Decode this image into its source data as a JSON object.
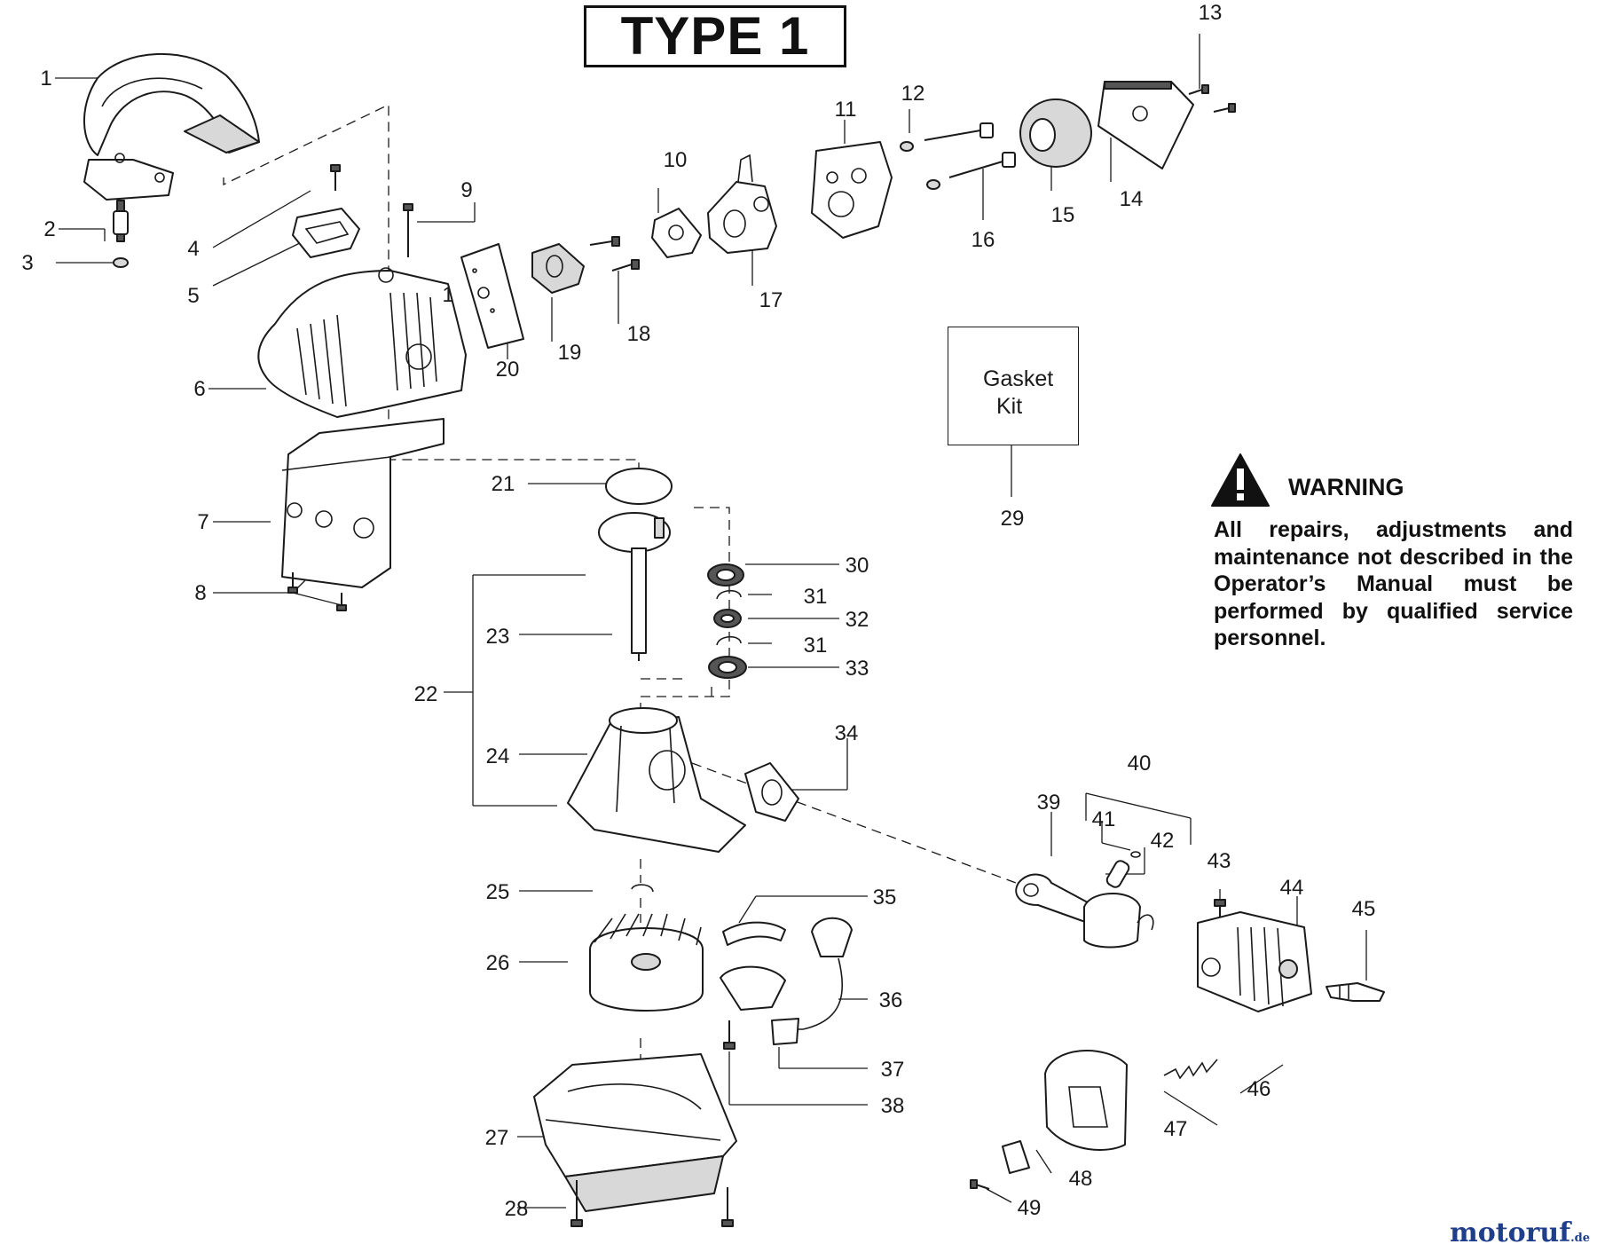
{
  "title": "TYPE 1",
  "gasket_kit": {
    "line1": "Gasket",
    "line2": "Kit",
    "part": "29"
  },
  "warning": {
    "title": "WARNING",
    "body": "All repairs, adjustments and maintenance not described in the Operator’s Manual must be performed by qualified service personnel."
  },
  "brand": {
    "name": "motoruf",
    "suffix": ".de"
  },
  "icons": {
    "warning": "warning-triangle-icon"
  },
  "callouts": [
    "1",
    "2",
    "3",
    "4",
    "5",
    "6",
    "7",
    "8",
    "9",
    "10",
    "11",
    "12",
    "13",
    "14",
    "15",
    "16",
    "17",
    "18",
    "19",
    "20",
    "21",
    "22",
    "23",
    "24",
    "25",
    "26",
    "27",
    "28",
    "29",
    "30",
    "31",
    "32",
    "31",
    "33",
    "34",
    "35",
    "36",
    "37",
    "38",
    "39",
    "40",
    "41",
    "42",
    "43",
    "44",
    "45",
    "46",
    "47",
    "48",
    "49",
    "1"
  ]
}
